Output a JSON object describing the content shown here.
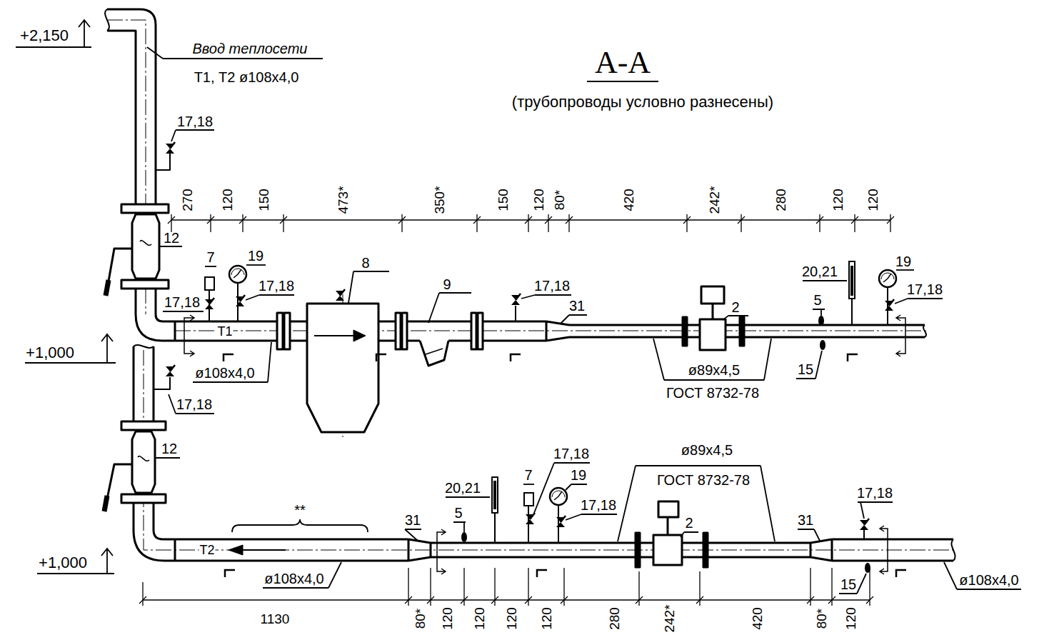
{
  "diagram": {
    "title": "А-А",
    "labels": [
      "+2,150",
      "Ввод теплосети",
      "Т1, Т2 ø108x4,0",
      "17,18",
      "(трубопроводы условно разнесены)",
      "270",
      "120",
      "150",
      "473*",
      "350*",
      "150",
      "120",
      "80*",
      "420",
      "242*",
      "280",
      "120",
      "120",
      "12",
      "7",
      "19",
      "17,18",
      "17,18",
      "8",
      "9",
      "17,18",
      "31",
      "2",
      "5",
      "20,21",
      "19",
      "17,18",
      "+1,000",
      "Т1",
      "ø108x4,0",
      "ø89x4,5",
      "ГОСТ 8732-78",
      "15",
      "17,18",
      "12",
      "**",
      "+1,000",
      "Т2",
      "ø108x4,0",
      "31",
      "20,21",
      "5",
      "7",
      "17,18",
      "19",
      "17,18",
      "ø89x4,5",
      "ГОСТ 8732-78",
      "2",
      "31",
      "17,18",
      "15",
      "ø108x4,0",
      "1130",
      "80*",
      "120",
      "120",
      "120",
      "120",
      "280",
      "242*",
      "420",
      "80*",
      "120"
    ]
  }
}
